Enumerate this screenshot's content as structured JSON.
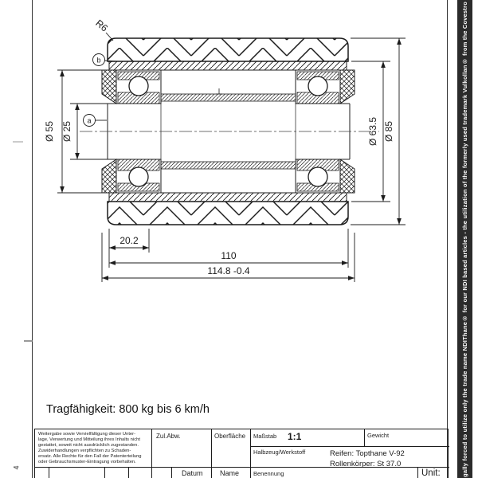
{
  "drawing": {
    "radius_label": "R6",
    "ref_a": "a",
    "ref_b": "b",
    "dim_d55": "Ø 55",
    "dim_d25": "Ø 25",
    "dim_d63_5": "Ø 63.5",
    "dim_d85": "Ø 85",
    "dim_seat": "20.2",
    "dim_tire_width": "110",
    "dim_overall_width": "114.8 -0.4"
  },
  "capacity_note": "Tragfähigkeit: 800 kg bis 6 km/h",
  "title_block": {
    "disclaimer_lines": [
      "Weitergabe sowie Vervielfältigung dieser Unter-",
      "lage, Verwertung und Mitteilung ihres Inhalts nicht",
      "gestattet, soweit nicht ausdrücklich zugestanden.",
      "Zuwiderhandlungen verpflichten zu Schaden-",
      "ersatz. Alle Rechte für den Fall der Patenterteilung",
      "oder Gebrauchsmuster-Eintragung vorbehalten."
    ],
    "zul_abw_label": "Zul.Abw.",
    "oberflaeche_label": "Oberfläche",
    "massstab_label": "Maßstab",
    "scale_value": "1:1",
    "gewicht_label": "Gewicht",
    "halbzeug_label": "Halbzeug/Werkstoff",
    "material_line1": "Reifen: Topthane V-92",
    "material_line2": "Rollenkörper: St 37.0",
    "datum_label": "Datum",
    "name_label": "Name",
    "benennung_label": "Benennung",
    "unit_label": "Unit:"
  },
  "margin": {
    "zone_marker": "4"
  },
  "sidebar": {
    "vertical_text": "gally forced to utilize only the trade name NDIThane® for our NDI based articles - the utilization of the formerly used trademark Vulkollan® from the Covestro"
  },
  "colors": {
    "line": "#1c1c1c",
    "sidebar_bg": "#2b2b2b",
    "sidebar_text": "#ffffff",
    "paper": "#ffffff"
  }
}
